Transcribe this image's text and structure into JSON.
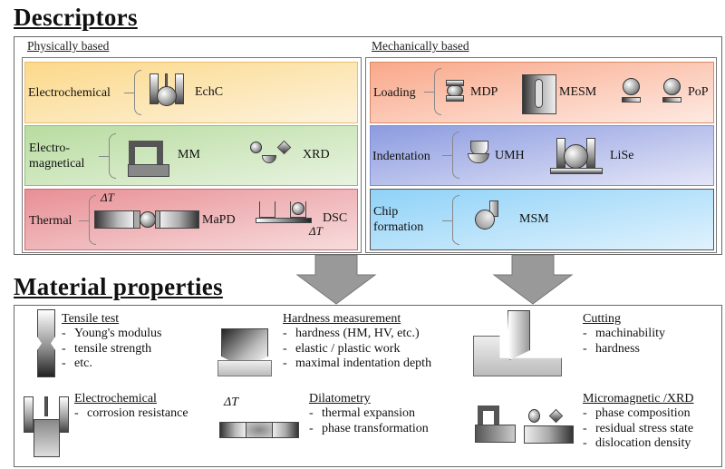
{
  "descriptors": {
    "title": "Descriptors",
    "physical": {
      "heading": "Physically based",
      "groups": [
        {
          "label": "Electrochemical",
          "methods": [
            "EchC"
          ],
          "color": "#fcd98a"
        },
        {
          "label_line1": "Electro-",
          "label_line2": "magnetical",
          "methods": [
            "MM",
            "XRD"
          ],
          "color": "#b8dca0"
        },
        {
          "label": "Thermal",
          "methods": [
            "MaPD",
            "DSC"
          ],
          "delta_t": "ΔT",
          "color": "#e88f94"
        }
      ]
    },
    "mechanical": {
      "heading": "Mechanically based",
      "groups": [
        {
          "label": "Loading",
          "methods": [
            "MDP",
            "MESM",
            "PoP"
          ],
          "color": "#f9a88a"
        },
        {
          "label": "Indentation",
          "methods": [
            "UMH",
            "LiSe"
          ],
          "color": "#8c9be0"
        },
        {
          "label_line1": "Chip",
          "label_line2": "formation",
          "methods": [
            "MSM"
          ],
          "color": "#8fd2f8"
        }
      ]
    }
  },
  "properties": {
    "title": "Material properties",
    "items": [
      {
        "title": "Tensile test",
        "bullets": [
          "Young's modulus",
          "tensile strength",
          "etc."
        ]
      },
      {
        "title": "Hardness measurement",
        "bullets": [
          "hardness (HM, HV, etc.)",
          "elastic / plastic work",
          "maximal indentation depth"
        ]
      },
      {
        "title": "Cutting",
        "bullets": [
          "machinability",
          "hardness"
        ]
      },
      {
        "title": "Electrochemical",
        "bullets": [
          "corrosion resistance"
        ]
      },
      {
        "title": "Dilatometry",
        "bullets": [
          "thermal expansion",
          "phase transformation"
        ],
        "delta_t": "ΔT"
      },
      {
        "title": "Micromagnetic /XRD",
        "bullets": [
          "phase composition",
          "residual stress state",
          "dislocation density"
        ]
      }
    ]
  }
}
